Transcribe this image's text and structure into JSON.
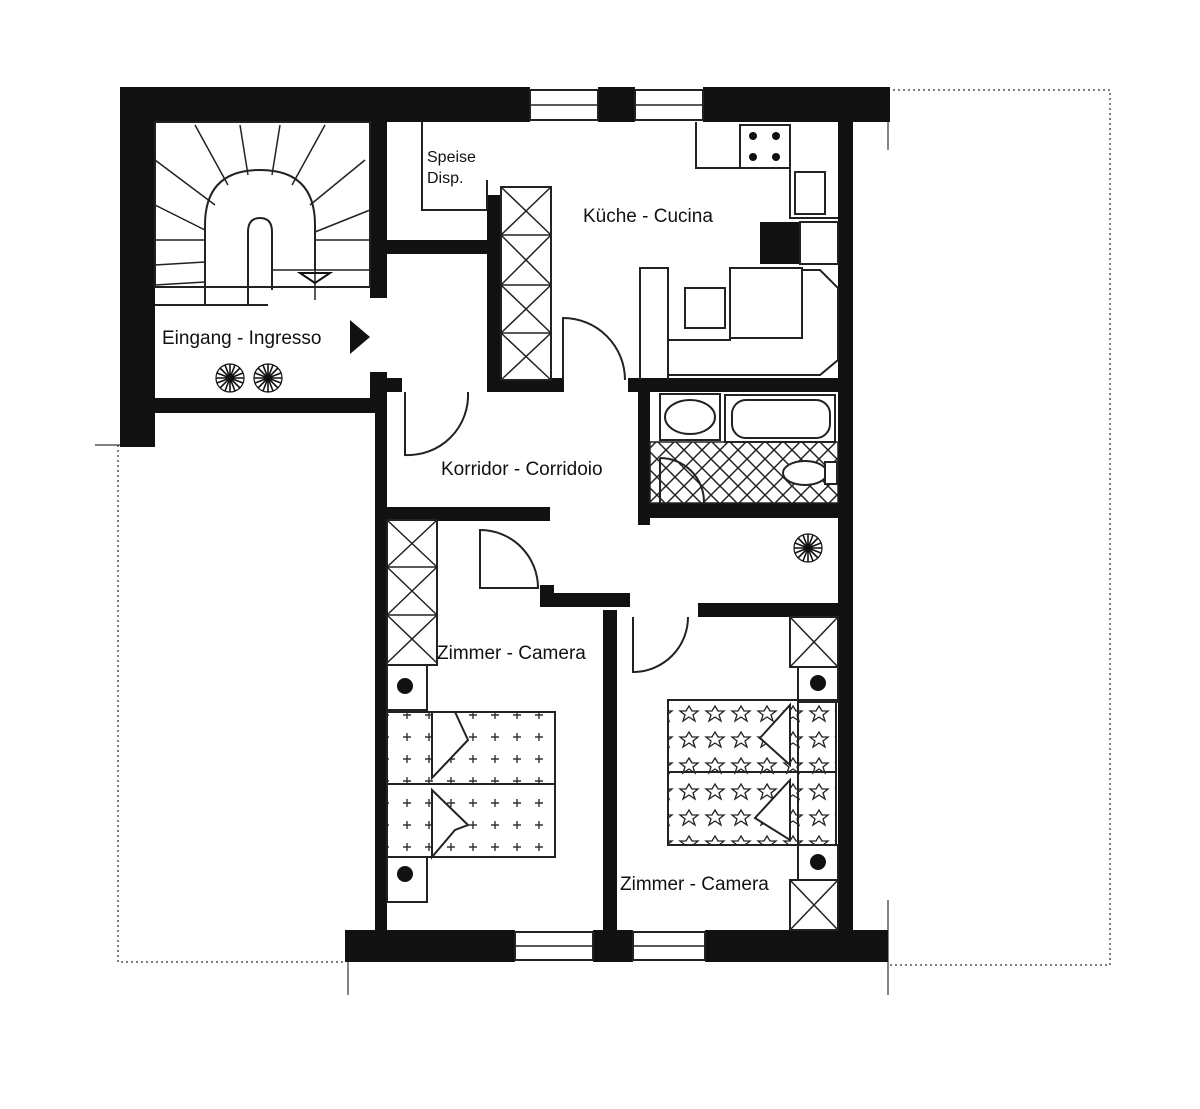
{
  "rooms": {
    "pantry_line1": "Speise",
    "pantry_line2": "Disp.",
    "kitchen": "Küche - Cucina",
    "entrance": "Eingang - Ingresso",
    "corridor": "Korridor - Corridoio",
    "bedroom_left": "Zimmer - Camera",
    "bedroom_right": "Zimmer - Camera"
  },
  "icons": {
    "plant": "plant-icon",
    "entrance_arrow": "entrance-arrow-icon",
    "stair_arrow": "stair-arrow-icon"
  }
}
